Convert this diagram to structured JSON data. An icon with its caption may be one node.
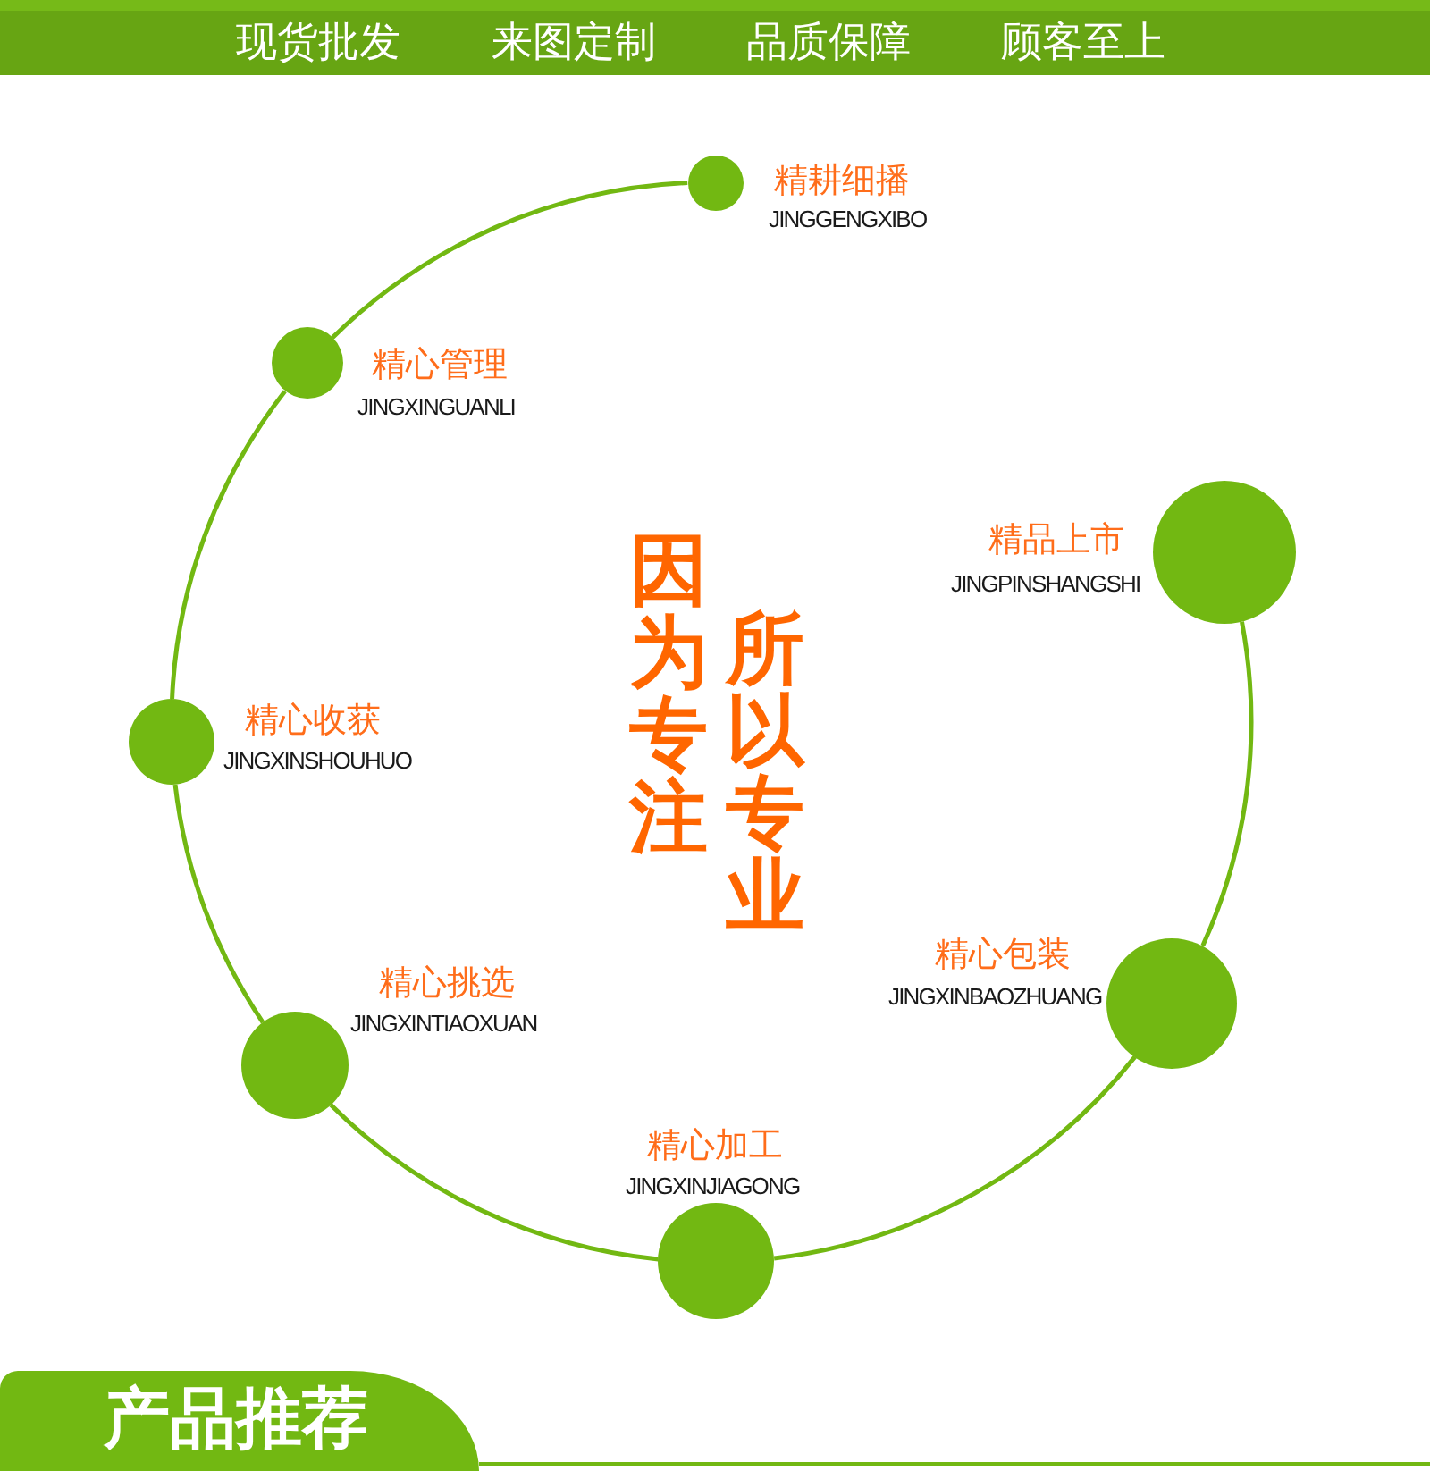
{
  "diagram": {
    "nodes": [
      {
        "text": [],
        "shape": "circle",
        "beside": [
          "精耕细播",
          "JINGGENGXIBO"
        ]
      },
      {
        "text": [],
        "shape": "circle",
        "beside": [
          "精心管理",
          "JINGXINGUANLI"
        ]
      },
      {
        "text": [],
        "shape": "circle",
        "beside": [
          "精心收获",
          "JINGXINSHOUHUO"
        ]
      },
      {
        "text": [],
        "shape": "circle",
        "beside": [
          "精心挑选",
          "JINGXINTIAOXUAN"
        ]
      },
      {
        "text": [],
        "shape": "circle",
        "beside": [
          "精心加工",
          "JINGXINJIAGONG"
        ]
      },
      {
        "text": [],
        "shape": "circle",
        "beside": [
          "精心包装",
          "JINGXINBAOZHUANG"
        ]
      },
      {
        "text": [],
        "shape": "circle",
        "beside": [
          "精品上市",
          "JINGPINSHANGSHI"
        ]
      }
    ],
    "edges": [
      {
        "from": 0,
        "to": 1,
        "arrow": "none"
      },
      {
        "from": 1,
        "to": 2,
        "arrow": "none"
      },
      {
        "from": 2,
        "to": 3,
        "arrow": "none"
      },
      {
        "from": 3,
        "to": 4,
        "arrow": "none"
      },
      {
        "from": 4,
        "to": 5,
        "arrow": "none"
      },
      {
        "from": 5,
        "to": 6,
        "arrow": "none"
      }
    ],
    "labels": [
      "现货批发",
      "来图定制",
      "品质保障",
      "顾客至上",
      "因为专注",
      "所以专业",
      "产品推荐"
    ]
  }
}
